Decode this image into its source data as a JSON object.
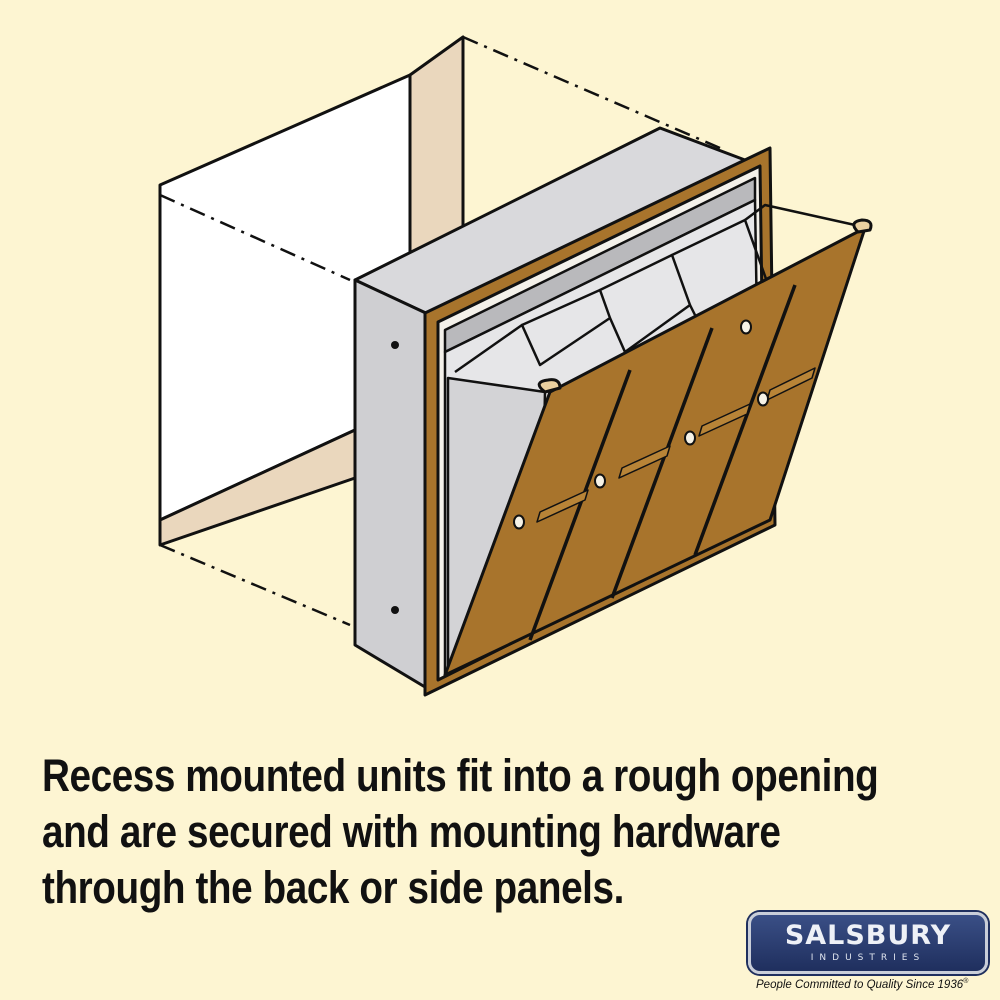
{
  "caption": {
    "line1": "Recess mounted units fit into a rough opening",
    "line2": "and are secured with mounting hardware",
    "line3": "through the back or side panels."
  },
  "logo": {
    "name": "SALSBURY",
    "sub": "INDUSTRIES",
    "tagline": "People Committed to Quality Since 1936",
    "registered": "®"
  },
  "colors": {
    "background": "#fdf5d2",
    "door_bronze": "#a8742c",
    "housing_gray": "#cfcfd2",
    "wall_tan": "#ead7bd",
    "logo_navy": "#1f2f5e"
  }
}
